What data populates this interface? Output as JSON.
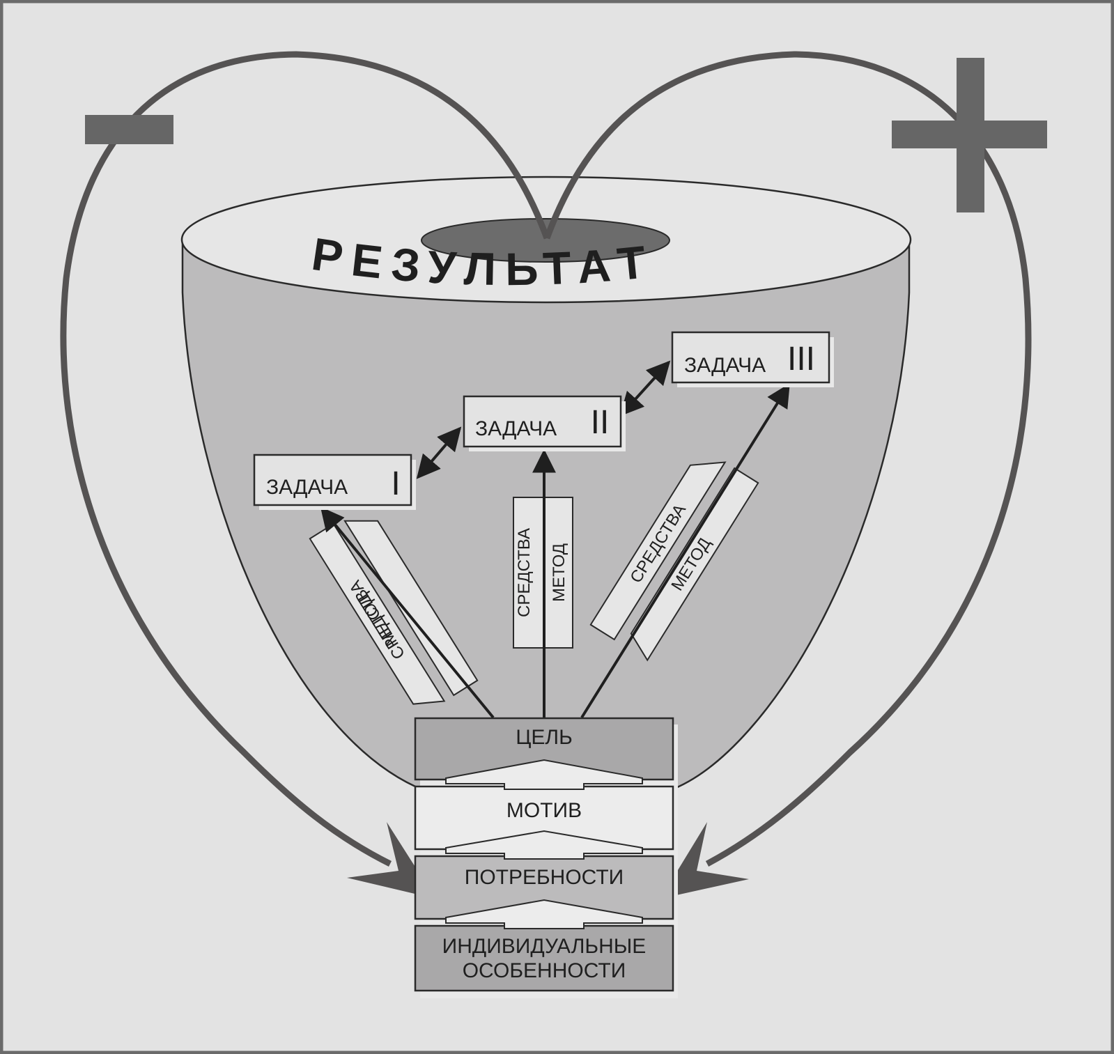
{
  "diagram": {
    "result_label": "РЕЗУЛЬТАТ",
    "minus_sign": "−",
    "plus_sign": "+",
    "tasks": [
      {
        "label": "ЗАДАЧА",
        "numeral": "I"
      },
      {
        "label": "ЗАДАЧА",
        "numeral": "II"
      },
      {
        "label": "ЗАДАЧА",
        "numeral": "III"
      }
    ],
    "means_label": "СРЕДСТВА",
    "method_label": "МЕТОД",
    "levels": [
      {
        "label": "ЦЕЛЬ"
      },
      {
        "label": "МОТИВ"
      },
      {
        "label": "ПОТРЕБНОСТИ"
      },
      {
        "label_line1": "ИНДИВИДУАЛЬНЫЕ",
        "label_line2": "ОСОБЕННОСТИ"
      }
    ]
  },
  "colors": {
    "background": "#e3e3e3",
    "frame": "#6b6b6b",
    "bowl_body": "#bcbbbc",
    "bowl_top": "#e6e6e6",
    "hole": "#6c6c6c",
    "heart_stroke": "#555353",
    "box_fill": "#e8e8e8",
    "level_dark": "#a9a8a9",
    "level_light": "#ececec"
  }
}
